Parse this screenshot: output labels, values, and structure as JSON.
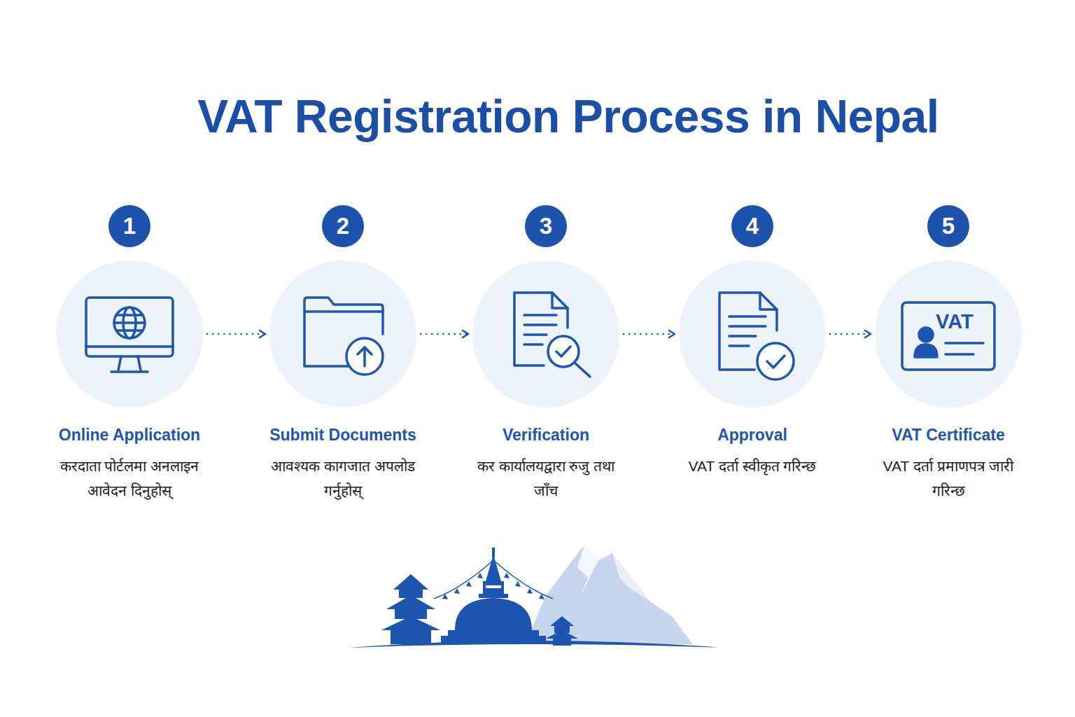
{
  "diagram": {
    "title": "VAT Registration Process in Nepal",
    "nodes": [
      {
        "text": [
          "1"
        ]
      },
      {
        "text": [
          "Online Application",
          "करदाता पोर्टलमा अनलाइन आवेदन दिनुहोस्"
        ]
      },
      {
        "text": [
          "2"
        ]
      },
      {
        "text": [
          "Submit Documents",
          "आवश्यक कागजात अपलोड गर्नुहोस्"
        ]
      },
      {
        "text": [
          "3"
        ]
      },
      {
        "text": [
          "Verification",
          "कर कार्यालयद्वारा रुजु तथा जाँच"
        ]
      },
      {
        "text": [
          "4"
        ]
      },
      {
        "text": [
          "Approval",
          "VAT दर्ता स्वीकृत गरिन्छ"
        ]
      },
      {
        "text": [
          "5"
        ]
      },
      {
        "text": [
          "VAT Certificate",
          "VAT दर्ता प्रमाणपत्र जारी गरिन्छ"
        ]
      }
    ],
    "edges": [
      {
        "from": 1,
        "to": 3,
        "arrow": "to"
      },
      {
        "from": 3,
        "to": 5,
        "arrow": "to"
      },
      {
        "from": 5,
        "to": 7,
        "arrow": "to"
      },
      {
        "from": 7,
        "to": 9,
        "arrow": "to"
      }
    ],
    "labels": [
      "VAT"
    ]
  }
}
